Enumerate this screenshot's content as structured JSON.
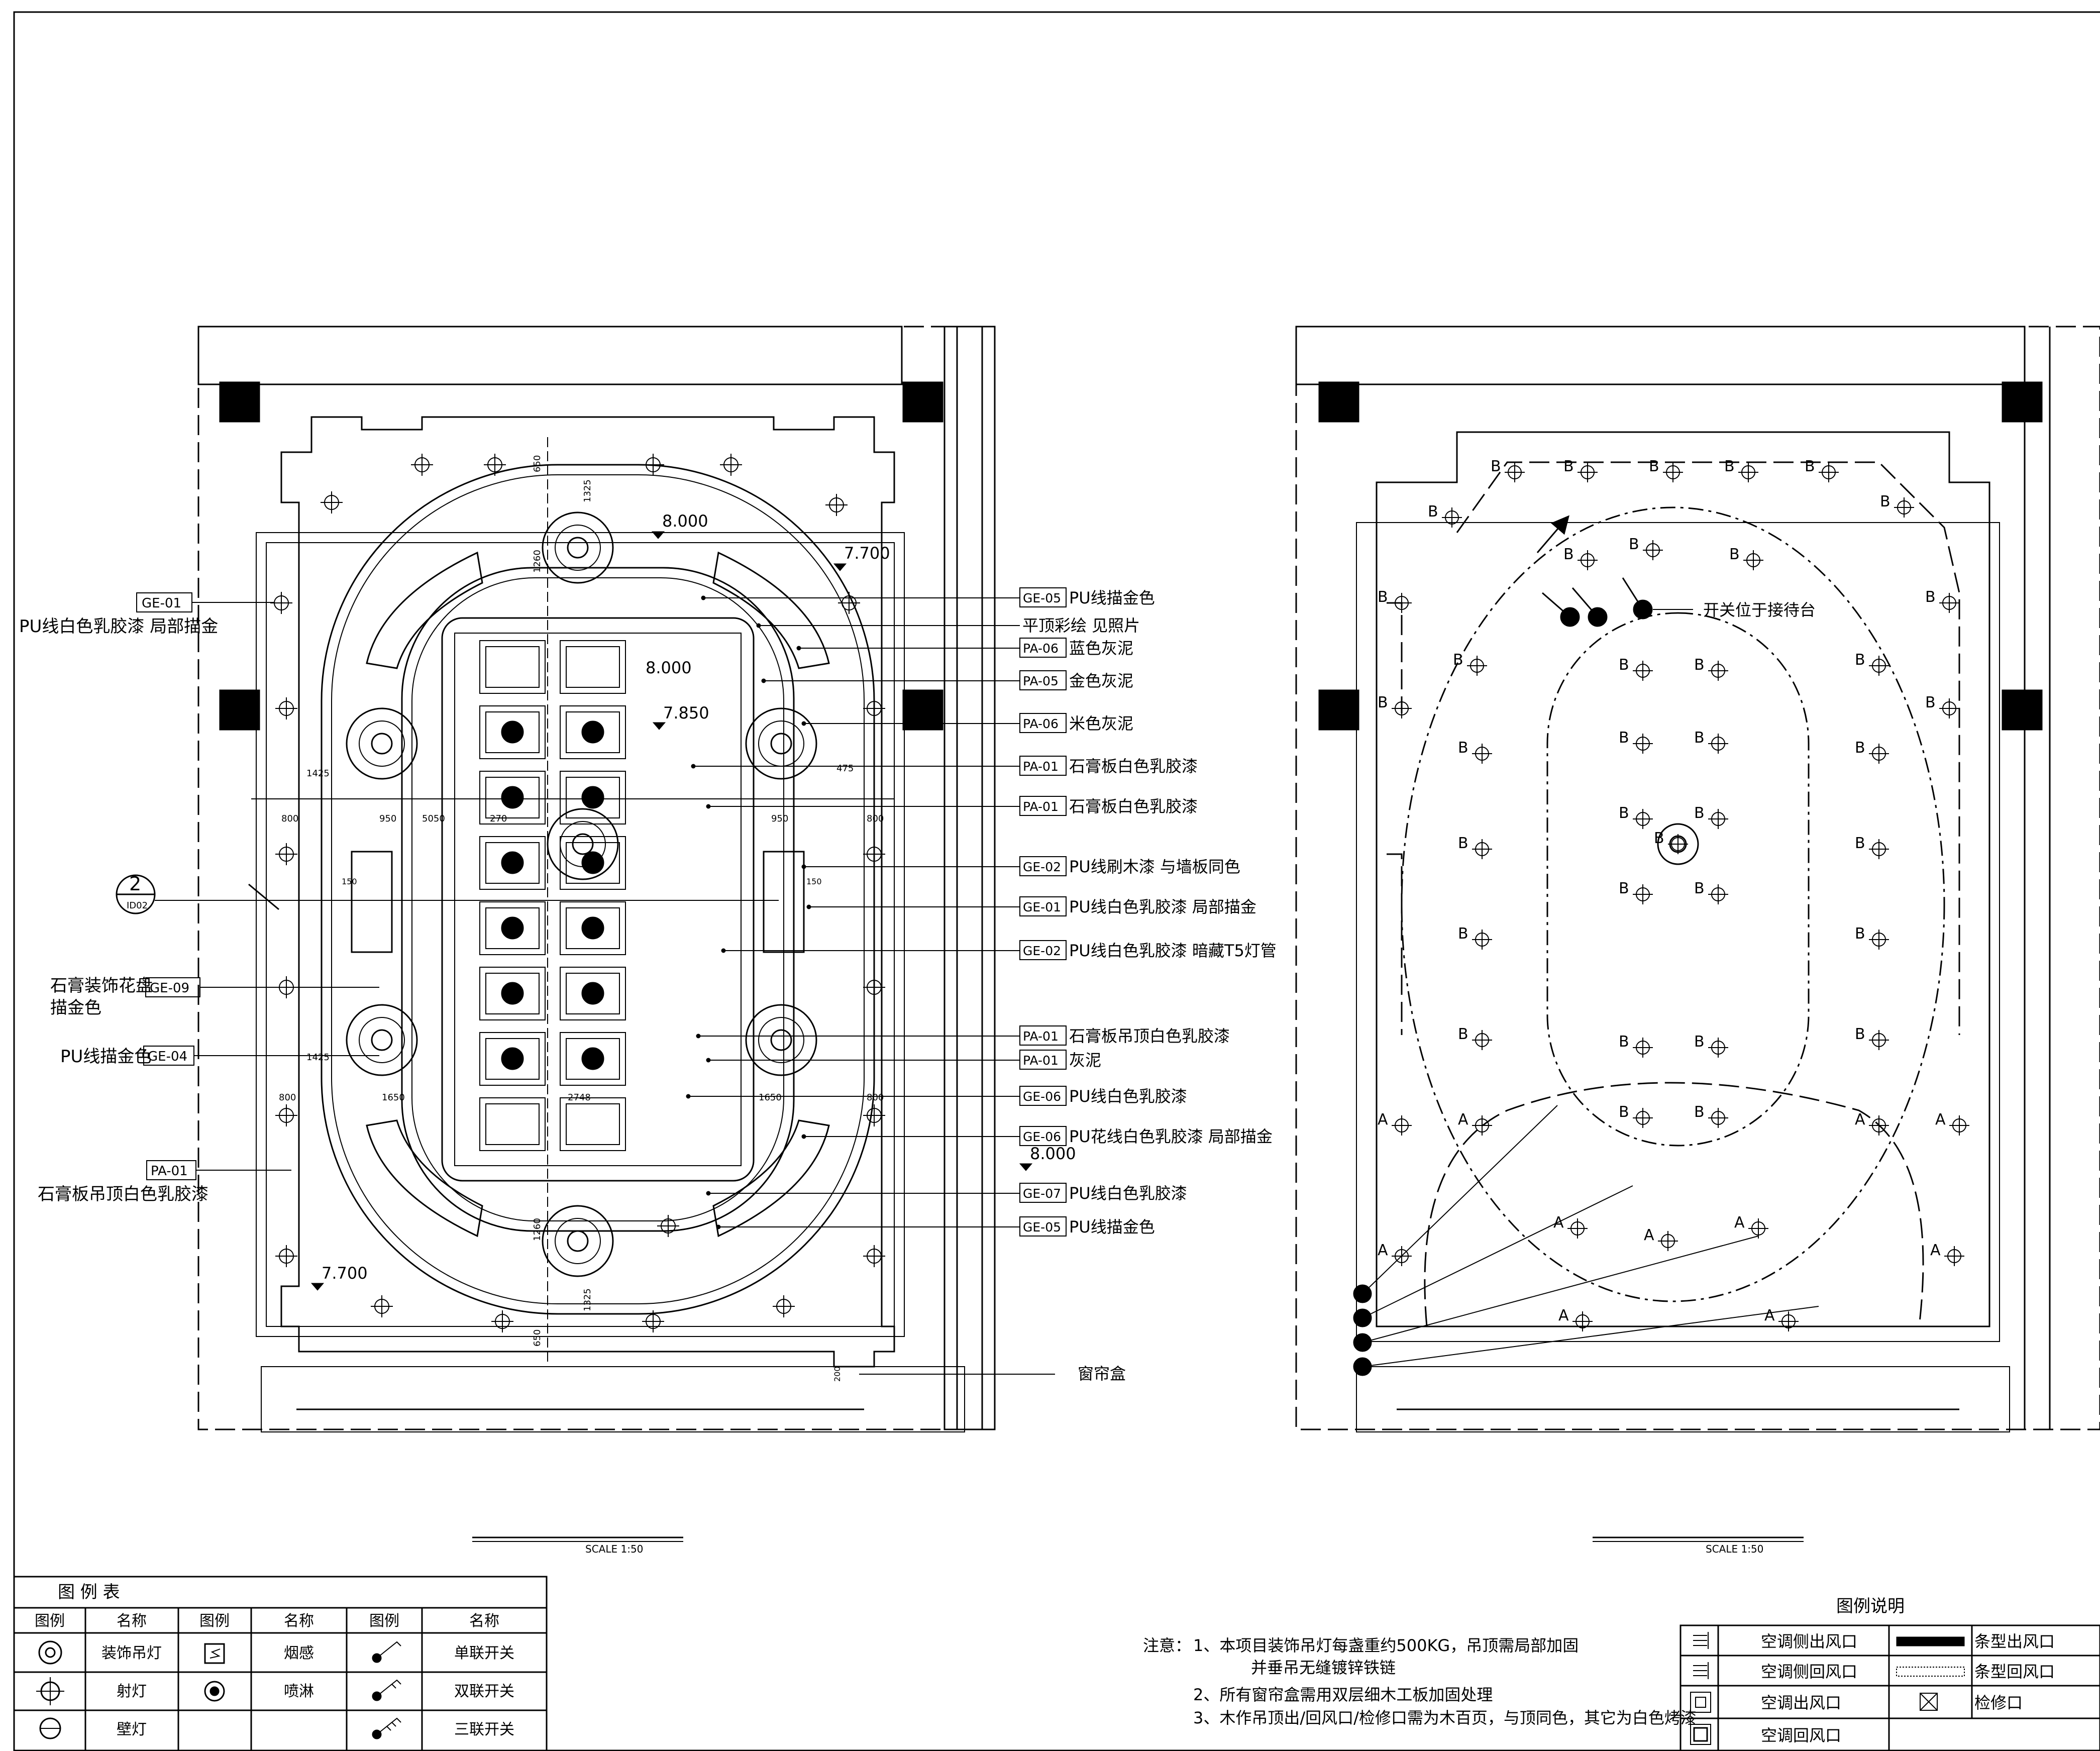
{
  "callouts_right": [
    {
      "code": "GE-05",
      "text": "PU线描金色"
    },
    {
      "code": "",
      "text": "平顶彩绘 见照片"
    },
    {
      "code": "PA-06",
      "text": "蓝色灰泥"
    },
    {
      "code": "PA-05",
      "text": "金色灰泥"
    },
    {
      "code": "PA-06",
      "text": "米色灰泥"
    },
    {
      "code": "PA-01",
      "text": "石膏板白色乳胶漆"
    },
    {
      "code": "PA-01",
      "text": "石膏板白色乳胶漆"
    },
    {
      "code": "GE-02",
      "text": "PU线刷木漆 与墙板同色"
    },
    {
      "code": "GE-01",
      "text": "PU线白色乳胶漆 局部描金"
    },
    {
      "code": "GE-02",
      "text": "PU线白色乳胶漆  暗藏T5灯管"
    },
    {
      "code": "PA-01",
      "text": "石膏板吊顶白色乳胶漆"
    },
    {
      "code": "PA-01",
      "text": "灰泥"
    },
    {
      "code": "GE-06",
      "text": "PU线白色乳胶漆"
    },
    {
      "code": "GE-06",
      "text": "PU花线白色乳胶漆  局部描金"
    },
    {
      "code": "GE-07",
      "text": "PU线白色乳胶漆"
    },
    {
      "code": "GE-05",
      "text": "PU线描金色"
    }
  ],
  "callouts_left": {
    "ge01_code": "GE-01",
    "ge01_text": "PU线白色乳胶漆 局部描金",
    "ge09_text1": "石膏装饰花盘",
    "ge09_code": "GE-09",
    "ge09_text2": "描金色",
    "ge04_text": "PU线描金色",
    "ge04_code": "GE-04",
    "pa01_code": "PA-01",
    "pa01_text": "石膏板吊顶白色乳胶漆"
  },
  "section_mark": {
    "num": "2",
    "sheet": "ID02"
  },
  "curtain_box": "窗帘盒",
  "curtain_dim": "200",
  "switch_note": "开关位于接待台",
  "elevations": {
    "e1": "8.000",
    "e2": "7.700",
    "e3": "8.000",
    "e4": "7.850",
    "e5": "8.000",
    "e6": "7.700"
  },
  "dimensions": {
    "d800": "800",
    "d950": "950",
    "d5050": "5050",
    "d150": "150",
    "d270": "270",
    "d1425": "1425",
    "d1650": "1650",
    "d2748": "2748",
    "d650": "650",
    "d1325": "1325",
    "d1260": "1260",
    "d475": "475"
  },
  "light_tags": {
    "a": "A",
    "b": "B"
  },
  "scale_left": "SCALE     1:50",
  "scale_right": "SCALE     1:50",
  "legend_table": {
    "title": "图 例 表",
    "headers": [
      "图例",
      "名称",
      "图例",
      "名称",
      "图例",
      "名称"
    ],
    "rows": [
      [
        "装饰吊灯",
        "烟感",
        "单联开关"
      ],
      [
        "射灯",
        "喷淋",
        "双联开关"
      ],
      [
        "壁灯",
        "",
        "三联开关"
      ]
    ]
  },
  "notes": {
    "label": "注意：",
    "n1": "1、本项目装饰吊灯每盏重约500KG，吊顶需局部加固",
    "n1b": "并垂吊无缝镀锌铁链",
    "n2": "2、所有窗帘盒需用双层细木工板加固处理",
    "n3": "3、木作吊顶出/回风口/检修口需为木百页，与顶同色，其它为白色烤漆"
  },
  "legend_box": {
    "title": "图例说明",
    "items": [
      "空调侧出风口",
      "条型出风口",
      "空调侧回风口",
      "条型回风口",
      "空调出风口",
      "检修口",
      "空调回风口"
    ]
  }
}
